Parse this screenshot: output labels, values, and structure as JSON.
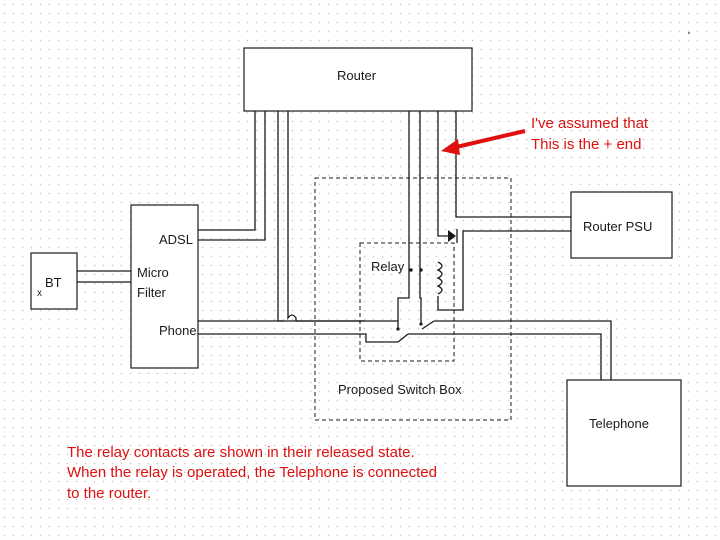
{
  "diagram": {
    "router": {
      "label": "Router"
    },
    "router_psu": {
      "label": "Router PSU"
    },
    "micro_filter": {
      "label_line1": "Micro",
      "label_line2": "Filter",
      "port_adsl": "ADSL",
      "port_phone": "Phone"
    },
    "bt": {
      "label": "BT",
      "mark": "x"
    },
    "telephone": {
      "label": "Telephone"
    },
    "relay": {
      "label": "Relay"
    },
    "switch_box": {
      "label": "Proposed Switch Box"
    }
  },
  "annotations": {
    "plus_end_line1": "I've assumed that",
    "plus_end_line2": "This is the + end",
    "note_line1": "The relay contacts are shown in their released state.",
    "note_line2": "When the relay is operated, the Telephone is connected",
    "note_line3": "to the router."
  },
  "colors": {
    "annotation": "#e01010",
    "lines": "#1a1a1a",
    "grid_dots": "#c9c9c9"
  }
}
